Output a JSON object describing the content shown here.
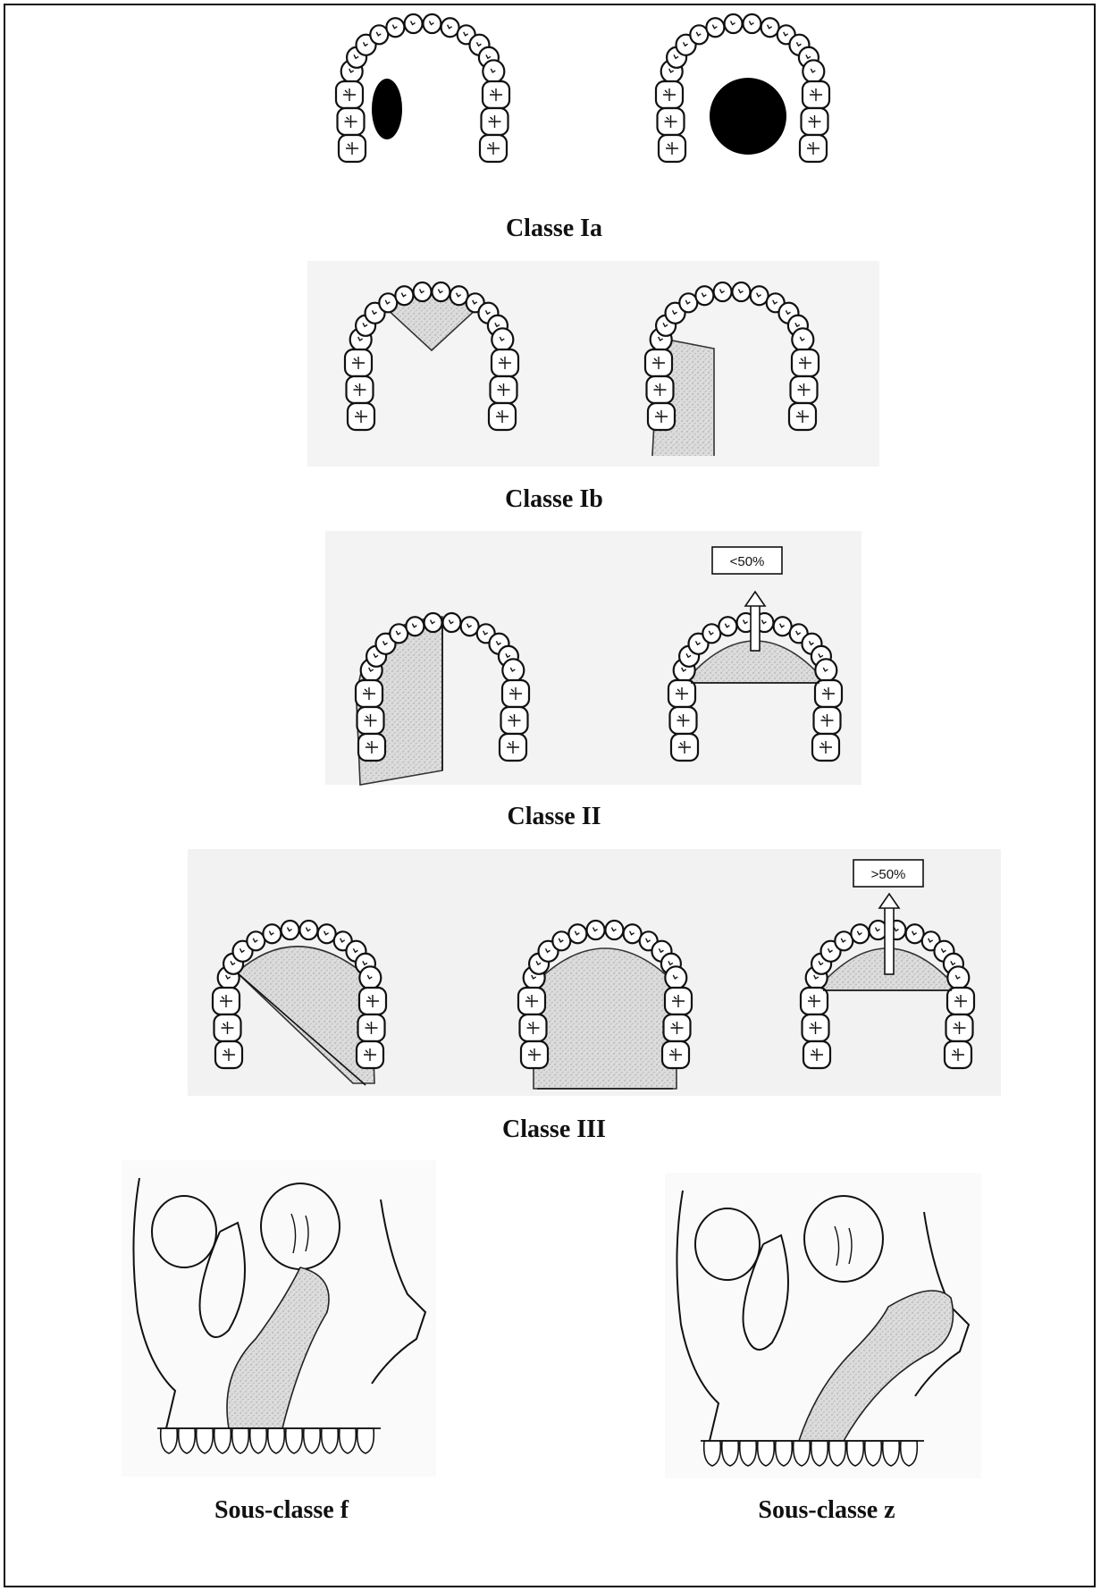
{
  "captions": {
    "classe_ia": "Classe Ia",
    "classe_ib": "Classe Ib",
    "classe_ii": "Classe II",
    "classe_iii": "Classe III",
    "sous_classe_f": "Sous-classe f",
    "sous_classe_z": "Sous-classe z"
  },
  "labels": {
    "less_50": "<50%",
    "more_50": ">50%"
  },
  "colors": {
    "ink": "#111111",
    "panel_bg": "#f2f2f2",
    "shade": "#d8d8d8"
  }
}
